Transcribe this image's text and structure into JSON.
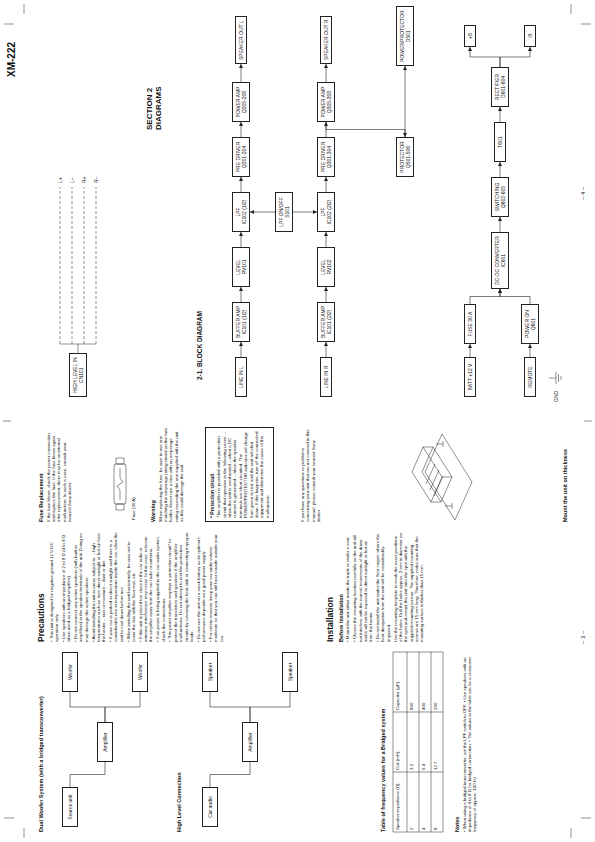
{
  "diagram": {
    "nodes": [
      {
        "text": [
          "Source unit"
        ]
      },
      {
        "text": [
          "Amplifier"
        ]
      },
      {
        "text": [
          "Woofer"
        ]
      },
      {
        "text": [
          "Woofer"
        ]
      },
      {
        "text": [
          "Car audio"
        ]
      },
      {
        "text": [
          "Amplifier"
        ]
      },
      {
        "text": [
          "Speaker"
        ]
      },
      {
        "text": [
          "Speaker"
        ]
      },
      {
        "text": [
          "* Protection circuit",
          "This amplifier is provided with a protection circuit that operates in the following cases: – when the unit is overheated – when a DC current is generated – when the speaker terminals are short-circuited. The POWER/PROTECTOR indicator will change from green to red, and the unit will shut down. If this happens, turn off the connected equipment and determine the cause of the malfunction."
        ]
      },
      {
        "text": [
          "HIGH LEVEL IN",
          "CN101"
        ]
      },
      {
        "text": [
          "LINE IN L"
        ]
      },
      {
        "text": [
          "LINE IN R"
        ]
      },
      {
        "text": [
          "BUFFER AMP",
          "IC101 (1/2)"
        ]
      },
      {
        "text": [
          "BUFFER AMP",
          "IC101 (2/2)"
        ]
      },
      {
        "text": [
          "LEVEL",
          "RV101"
        ]
      },
      {
        "text": [
          "LEVEL",
          "RV102"
        ]
      },
      {
        "text": [
          "LPF",
          "IC102 (1/2)"
        ]
      },
      {
        "text": [
          "LPF",
          "IC102 (2/2)"
        ]
      },
      {
        "text": [
          "LPF ON/OFF",
          "S101"
        ]
      },
      {
        "text": [
          "PRE DRIVER",
          "Q201-204"
        ]
      },
      {
        "text": [
          "PRE DRIVER",
          "Q301-304"
        ]
      },
      {
        "text": [
          "POWER AMP",
          "Q205-208"
        ]
      },
      {
        "text": [
          "POWER AMP",
          "Q305-308"
        ]
      },
      {
        "text": [
          "SPEAKER OUT L"
        ]
      },
      {
        "text": [
          "SPEAKER OUT R"
        ]
      },
      {
        "text": [
          "PROTECTOR",
          "Q501-506"
        ]
      },
      {
        "text": [
          "POWER/PROTECTOR",
          "D501"
        ]
      },
      {
        "text": [
          "BATT +12 V"
        ]
      },
      {
        "text": [
          "REMOTE"
        ]
      },
      {
        "text": [
          "FUSE 30 A"
        ]
      },
      {
        "text": [
          "POWER ON",
          "Q601"
        ]
      },
      {
        "text": [
          "DC-DC CONVERTER",
          "IC601"
        ]
      },
      {
        "text": [
          "SWITCHING",
          "Q602-605"
        ]
      },
      {
        "text": [
          "T601"
        ]
      },
      {
        "text": [
          "RECTIFIER",
          "D601-604"
        ]
      },
      {
        "text": [
          "+B"
        ]
      },
      {
        "text": [
          "-B"
        ]
      }
    ],
    "edges": [
      {
        "from": 0,
        "to": 1,
        "arrow": "none"
      },
      {
        "from": 1,
        "to": 2,
        "arrow": "none"
      },
      {
        "from": 1,
        "to": 3,
        "arrow": "none"
      },
      {
        "from": 4,
        "to": 5,
        "arrow": "none"
      },
      {
        "from": 5,
        "to": 6,
        "arrow": "none"
      },
      {
        "from": 5,
        "to": 7,
        "arrow": "none"
      },
      {
        "from": 10,
        "to": 12,
        "arrow": "to"
      },
      {
        "from": 12,
        "to": 14,
        "arrow": "to"
      },
      {
        "from": 14,
        "to": 16,
        "arrow": "to"
      },
      {
        "from": 16,
        "to": 19,
        "arrow": "to"
      },
      {
        "from": 19,
        "to": 21,
        "arrow": "to"
      },
      {
        "from": 21,
        "to": 23,
        "arrow": "to"
      },
      {
        "from": 11,
        "to": 13,
        "arrow": "to"
      },
      {
        "from": 13,
        "to": 15,
        "arrow": "to"
      },
      {
        "from": 15,
        "to": 17,
        "arrow": "to"
      },
      {
        "from": 17,
        "to": 20,
        "arrow": "to"
      },
      {
        "from": 20,
        "to": 22,
        "arrow": "to"
      },
      {
        "from": 22,
        "to": 24,
        "arrow": "to"
      },
      {
        "from": 18,
        "to": 16,
        "arrow": "to"
      },
      {
        "from": 18,
        "to": 17,
        "arrow": "to"
      },
      {
        "from": 22,
        "to": 25,
        "arrow": "to"
      },
      {
        "from": 25,
        "to": 26,
        "arrow": "to"
      },
      {
        "from": 27,
        "to": 29,
        "arrow": "to"
      },
      {
        "from": 29,
        "to": 31,
        "arrow": "to"
      },
      {
        "from": 28,
        "to": 30,
        "arrow": "to"
      },
      {
        "from": 30,
        "to": 31,
        "arrow": "to"
      },
      {
        "from": 31,
        "to": 32,
        "arrow": "to"
      },
      {
        "from": 32,
        "to": 33,
        "arrow": "to"
      },
      {
        "from": 33,
        "to": 34,
        "arrow": "to"
      },
      {
        "from": 34,
        "to": 35,
        "arrow": "to"
      },
      {
        "from": 34,
        "to": 36,
        "arrow": "to"
      }
    ],
    "labels": [
      "Dual Woofer System (with a bridged transconverter)",
      "High Level Connection",
      "Table of frequency values for a Bridged system",
      "Speaker impedance (Ω)",
      "Coil (mH)",
      "Capacitor (µF)",
      "2",
      "3.2",
      "800",
      "4",
      "6.4",
      "400",
      "8",
      "12.7",
      "200",
      "Notes",
      "• When using a bridged transconverter, set the LPF switch to OFF. • Use speakers with an impedance of 4 to 8 Ω for bridged connection. • The values in the table are for a crossover frequency of approx. 100 Hz.",
      "Precautions",
      "• This unit is designed for negative ground 12 V DC operation only.",
      "• Use speakers with an impedance of 2 to 8 Ω (4 to 8 Ω when used as a bridged amplifier).",
      "• Do not connect any active speakers (with built-in amplifiers) to the speaker terminals of the unit. Doing so may damage the active speakers.",
      "• Avoid installing the unit in areas subject to: – high temperatures such as from direct sunlight or hot air from the heater – rain or moisture – dust or dirt.",
      "• If your car is parked in direct sunlight and there is a considerable rise in temperature inside the car, allow the unit to cool down before use.",
      "• When installing the unit horizontally, be sure not to cover the fins with the floor mat, etc.",
      "• If this unit is placed too close to the car radio or antenna, interference may occur. In this case, relocate the amplifier away from the car radio or antenna.",
      "• If no power is being supplied to the car audio system, check the connections.",
      "• This power amplifier employs a protection circuit* to protect the transistors and speakers if the amplifier malfunctions. Do not attempt to test the protection circuits by covering the heat sink or connecting improper loads.",
      "• Do not use the unit on a weak battery as its optimum performance depends on a good power supply.",
      "• For safety reasons, keep your car audio volume moderate so that you can still hear sounds outside your car.",
      "Installation",
      "Before Installation",
      "• Mount the unit either inside the trunk or under a seat.",
      "• Choose the mounting location carefully so the unit will not interfere with the normal movements of the driver and it will not be exposed to direct sunlight or hot air from the heater.",
      "• Do not install the unit under the floor carpet, where the heat dissipation from the unit will be considerably impaired.",
      "Use the mounting template to mark the exact positions of the holes. Drill the holes approx. 3 mm in diameter on the spot and mount the unit onto the spot with the supplied mounting screws. The supplied mounting screws are 15 mm long. Therefore, make sure that the mounting surface is thicker than 15 mm.",
      "Fuse Replacement",
      "If the fuse blows, check the power connection and replace the fuse. If the fuse blows again after replacement, there may be an internal malfunction. In such a case, consult your nearest Sony dealer.",
      "Fuse (30 A)",
      "Warning",
      "When replacing the fuse, be sure to use one matching the amperage rating stated on the fuse holder. Never use a fuse with an amperage rating exceeding the one supplied with the unit as this could damage the unit.",
      "If you have any questions or problems concerning your unit that are not covered in this manual, please consult your nearest Sony dealer.",
      "Mount the unit on thickness",
      "– 3 –",
      "XM-222",
      "SECTION 2 DIAGRAMS",
      "2-1. BLOCK DIAGRAM",
      "L+",
      "L–",
      "R+",
      "R–",
      "GND",
      "– 4 –"
    ]
  }
}
